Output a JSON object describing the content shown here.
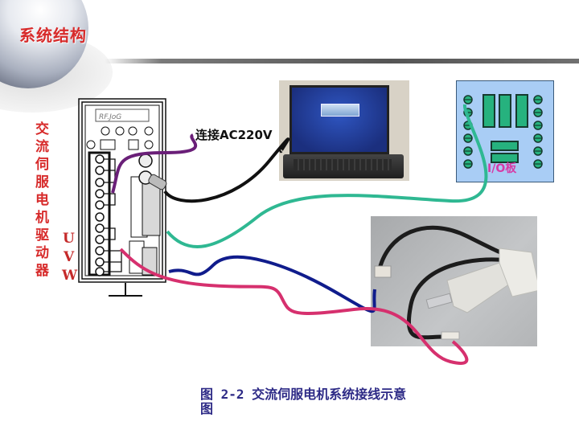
{
  "slide": {
    "title": "系统结构",
    "caption_line1": "图 2-2  交流伺服电机系统接线示意",
    "caption_line2": "图"
  },
  "driver": {
    "label": "交流伺服电机驱动器",
    "display_text": "RF.JoG",
    "terminals": {
      "u": "U",
      "v": "V",
      "w": "W"
    }
  },
  "power": {
    "label": "连接AC220V"
  },
  "io_board": {
    "label": "I/O板"
  },
  "colors": {
    "title_red": "#d72b2b",
    "caption_blue": "#2d2a86",
    "power_cable": "#6a1f78",
    "pc_cable": "#111111",
    "io_cable": "#2fb892",
    "encoder_cable": "#101c8c",
    "motor_power_cable": "#d6306e",
    "io_board_bg": "#a9cdf5",
    "io_board_accent": "#26b27e",
    "io_label": "#d63ba6"
  }
}
